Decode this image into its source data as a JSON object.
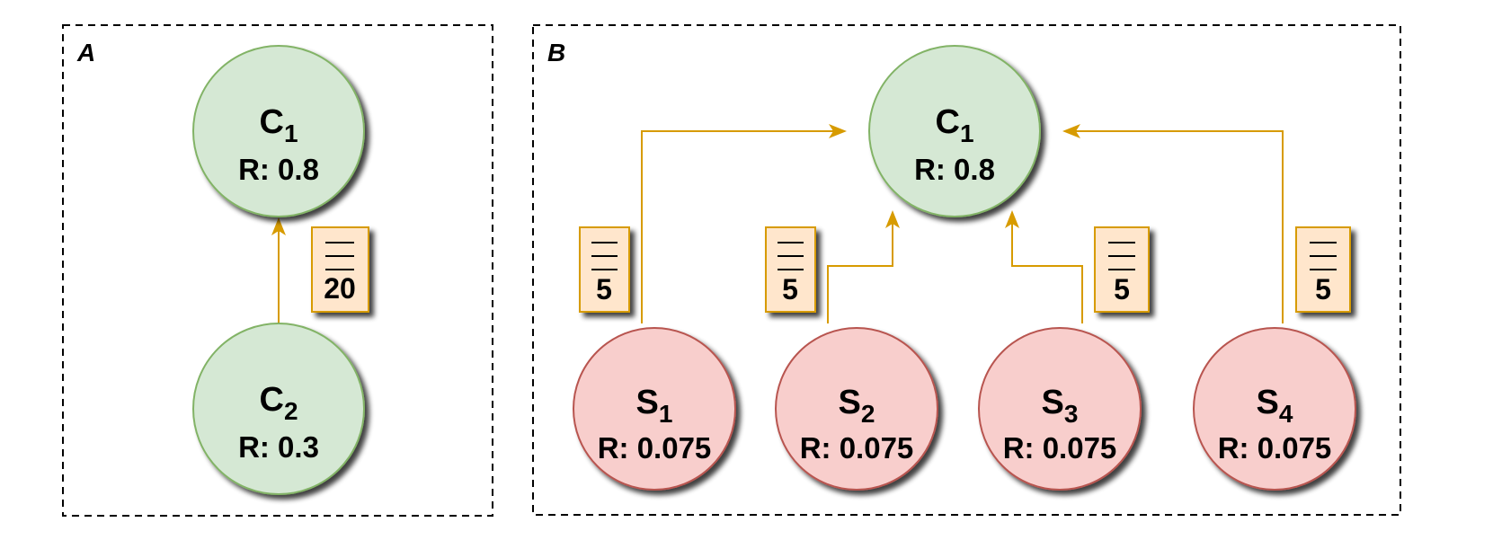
{
  "panels": [
    {
      "label": "A",
      "nodes": [
        {
          "id": "A-C1",
          "name": "C",
          "subscript": "1",
          "r_label": "R: 0.8",
          "kind": "green"
        },
        {
          "id": "A-C2",
          "name": "C",
          "subscript": "2",
          "r_label": "R: 0.3",
          "kind": "green"
        }
      ],
      "edges": [
        {
          "from": "A-C2",
          "to": "A-C1",
          "note": "20"
        }
      ]
    },
    {
      "label": "B",
      "nodes": [
        {
          "id": "B-C1",
          "name": "C",
          "subscript": "1",
          "r_label": "R: 0.8",
          "kind": "green"
        },
        {
          "id": "B-S1",
          "name": "S",
          "subscript": "1",
          "r_label": "R: 0.075",
          "kind": "red"
        },
        {
          "id": "B-S2",
          "name": "S",
          "subscript": "2",
          "r_label": "R: 0.075",
          "kind": "red"
        },
        {
          "id": "B-S3",
          "name": "S",
          "subscript": "3",
          "r_label": "R: 0.075",
          "kind": "red"
        },
        {
          "id": "B-S4",
          "name": "S",
          "subscript": "4",
          "r_label": "R: 0.075",
          "kind": "red"
        }
      ],
      "edges": [
        {
          "from": "B-S1",
          "to": "B-C1",
          "note": "5"
        },
        {
          "from": "B-S2",
          "to": "B-C1",
          "note": "5"
        },
        {
          "from": "B-S3",
          "to": "B-C1",
          "note": "5"
        },
        {
          "from": "B-S4",
          "to": "B-C1",
          "note": "5"
        }
      ]
    }
  ],
  "colors": {
    "green_fill": "#d5e8d4",
    "green_stroke": "#82b366",
    "red_fill": "#f8cecc",
    "red_stroke": "#b85450",
    "edge": "#d79b00",
    "note_fill": "#ffe6cc",
    "note_stroke": "#d79b00"
  }
}
